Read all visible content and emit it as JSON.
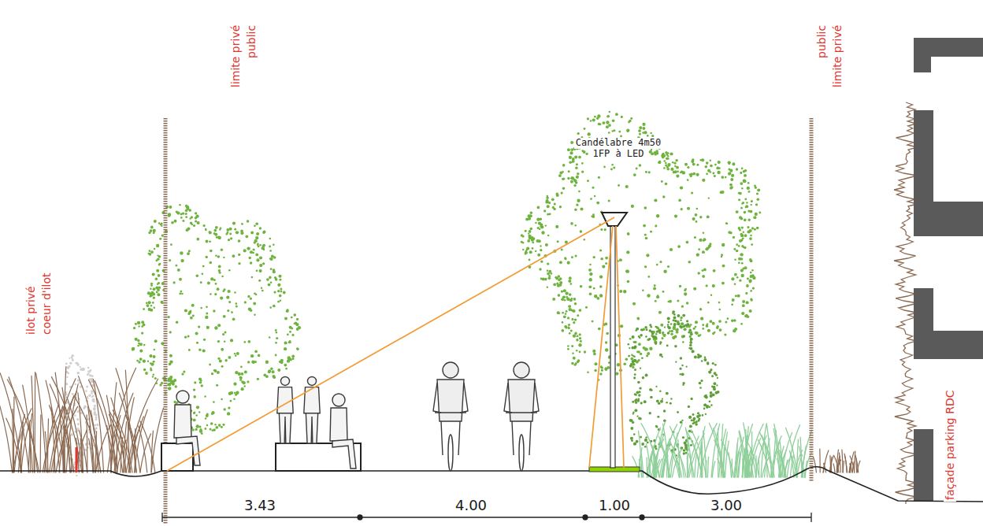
{
  "diagram": {
    "labels": [
      "ilot privé",
      "coeur d'ilot",
      "limite privé",
      "public",
      "Candélabre 4m50",
      "1FP à LED",
      "public",
      "limite privé",
      "façade parking RDC",
      "3.43",
      "4.00",
      "1.00",
      "3.00"
    ]
  }
}
